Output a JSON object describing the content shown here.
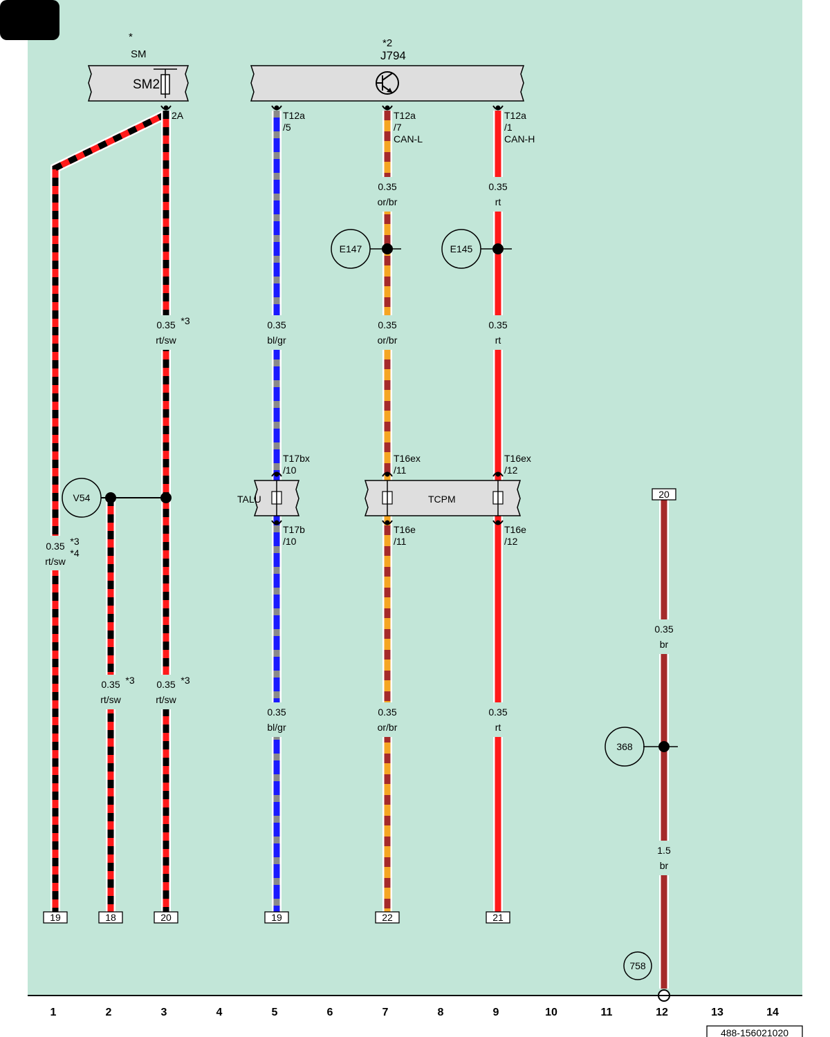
{
  "colors": {
    "background": "#c2e6d8",
    "red": "#ff1a1a",
    "black": "#000000",
    "blue": "#1a1aff",
    "grey": "#8a8a8a",
    "orange": "#f5a623",
    "brown": "#a52a2a",
    "box_fill": "#dedede"
  },
  "components": {
    "sm": {
      "star": "*",
      "name": "SM",
      "fuse": "SM2",
      "pin": "2A"
    },
    "j794": {
      "note": "*2",
      "name": "J794"
    },
    "talu": {
      "name": "TALU"
    },
    "tcpm": {
      "name": "TCPM"
    }
  },
  "pins": {
    "t12a_5": {
      "line1": "T12a",
      "line2": "/5"
    },
    "t12a_7": {
      "line1": "T12a",
      "line2": "/7",
      "line3": "CAN-L"
    },
    "t12a_1": {
      "line1": "T12a",
      "line2": "/1",
      "line3": "CAN-H"
    },
    "t17bx_10": {
      "line1": "T17bx",
      "line2": "/10"
    },
    "t17b_10": {
      "line1": "T17b",
      "line2": "/10"
    },
    "t16ex_11": {
      "line1": "T16ex",
      "line2": "/11"
    },
    "t16ex_12": {
      "line1": "T16ex",
      "line2": "/12"
    },
    "t16e_11": {
      "line1": "T16e",
      "line2": "/11"
    },
    "t16e_12": {
      "line1": "T16e",
      "line2": "/12"
    }
  },
  "wire_labels": {
    "col3_upper": {
      "size": "0.35",
      "color": "rt/sw",
      "note": "*3"
    },
    "col1": {
      "size": "0.35",
      "color": "rt/sw",
      "note1": "*3",
      "note2": "*4"
    },
    "col2": {
      "size": "0.35",
      "color": "rt/sw",
      "note": "*3"
    },
    "col3_lower": {
      "size": "0.35",
      "color": "rt/sw",
      "note": "*3"
    },
    "col5_upper": {
      "size": "0.35",
      "color": "bl/gr"
    },
    "col5_lower": {
      "size": "0.35",
      "color": "bl/gr"
    },
    "col7_a": {
      "size": "0.35",
      "color": "or/br"
    },
    "col7_b": {
      "size": "0.35",
      "color": "or/br"
    },
    "col7_c": {
      "size": "0.35",
      "color": "or/br"
    },
    "col9_a": {
      "size": "0.35",
      "color": "rt"
    },
    "col9_b": {
      "size": "0.35",
      "color": "rt"
    },
    "col9_c": {
      "size": "0.35",
      "color": "rt"
    },
    "col12_a": {
      "size": "0.35",
      "color": "br"
    },
    "col12_b": {
      "size": "1.5",
      "color": "br"
    }
  },
  "connections": {
    "e147": "E147",
    "e145": "E145",
    "v54": "V54",
    "c368": "368",
    "c758": "758"
  },
  "refs": {
    "col1": "19",
    "col2": "18",
    "col3": "20",
    "col5": "19",
    "col7": "22",
    "col9": "21",
    "col12_top": "20"
  },
  "footer": {
    "columns": [
      "1",
      "2",
      "3",
      "4",
      "5",
      "6",
      "7",
      "8",
      "9",
      "10",
      "11",
      "12",
      "13",
      "14"
    ],
    "code": "488-156021020"
  }
}
